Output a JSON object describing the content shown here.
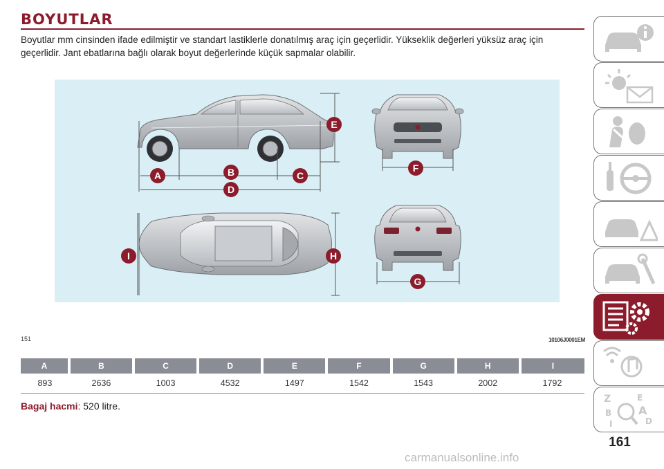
{
  "section": {
    "title": "BOYUTLAR",
    "intro": "Boyutlar mm cinsinden ifade edilmiştir ve standart lastiklerle donatılmış araç için geçerlidir. Yükseklik değerleri yüksüz araç için geçerlidir. Jant ebatlarına bağlı olarak boyut değerlerinde küçük sapmalar olabilir."
  },
  "figure": {
    "number": "151",
    "code": "10106J0001EM",
    "labels": {
      "A": "A",
      "B": "B",
      "C": "C",
      "D": "D",
      "E": "E",
      "F": "F",
      "G": "G",
      "H": "H",
      "I": "I"
    },
    "colors": {
      "background": "#d9eef5",
      "badge": "#8c1c2c",
      "car_body": "#c3c6ca"
    }
  },
  "dimensions_table": {
    "headers": [
      "A",
      "B",
      "C",
      "D",
      "E",
      "F",
      "G",
      "H",
      "I"
    ],
    "values": [
      "893",
      "2636",
      "1003",
      "4532",
      "1497",
      "1542",
      "1543",
      "2002",
      "1792"
    ]
  },
  "trunk": {
    "label": "Bagaj hacmi",
    "value": ": 520 litre."
  },
  "page_number": "161",
  "watermark": "carmanualsonline.info",
  "side_tabs": [
    {
      "icon": "car-info-icon",
      "active": false
    },
    {
      "icon": "warning-lights-icon",
      "active": false
    },
    {
      "icon": "safety-airbag-icon",
      "active": false
    },
    {
      "icon": "key-steering-icon",
      "active": false
    },
    {
      "icon": "breakdown-icon",
      "active": false
    },
    {
      "icon": "car-service-icon",
      "active": false
    },
    {
      "icon": "technical-data-icon",
      "active": true
    },
    {
      "icon": "multimedia-icon",
      "active": false
    },
    {
      "icon": "index-icon",
      "active": false
    }
  ],
  "colors": {
    "accent": "#8c1c2c",
    "table_header": "#8b8d96"
  }
}
